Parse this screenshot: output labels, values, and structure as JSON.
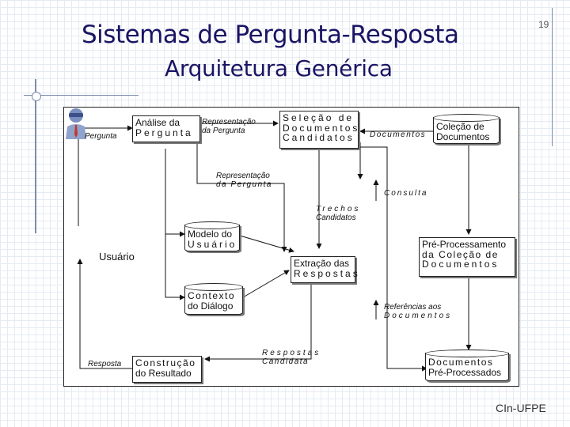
{
  "slide": {
    "title_line1": "Sistemas de Pergunta-Resposta",
    "title_line2": "Arquitetura Genérica",
    "page_number": "19",
    "footer": "CIn-UFPE"
  },
  "diagram": {
    "user": {
      "label": "Usuário",
      "icon": "user-icon"
    },
    "boxes": {
      "analise": {
        "line1": "Análise da",
        "line2": "Pergunta"
      },
      "selecao": {
        "line1": "Seleção de",
        "line2": "Documentos",
        "line3": "Candidatos"
      },
      "colecao": {
        "line1": "Coleção de",
        "line2": "Documentos"
      },
      "modelo": {
        "line1": "Modelo do",
        "line2": "Usuário"
      },
      "extracao": {
        "line1": "Extração das",
        "line2": "Respostas"
      },
      "preproc": {
        "line1": "Pré-Processamento",
        "line2": "da Coleção de",
        "line3": "Documentos"
      },
      "contexto": {
        "line1": "Contexto",
        "line2": "do Diálogo"
      },
      "construcao": {
        "line1": "Construção",
        "line2": "do Resultado"
      },
      "docspre": {
        "line1": "Documentos",
        "line2": "Pré-Processados"
      }
    },
    "labels": {
      "pergunta": "Pergunta",
      "repr1_line1": "Representação",
      "repr1_line2": "da Pergunta",
      "documentos": "Documentos",
      "repr2_line1": "Representação",
      "repr2_line2": "da Pergunta",
      "consulta": "Consulta",
      "trechos_line1": "Trechos",
      "trechos_line2": "Candidatos",
      "referencias_line1": "Referências aos",
      "referencias_line2": "Documentos",
      "resposta": "Resposta",
      "respostas_line1": "Respostas",
      "respostas_line2": "Candidata"
    }
  }
}
